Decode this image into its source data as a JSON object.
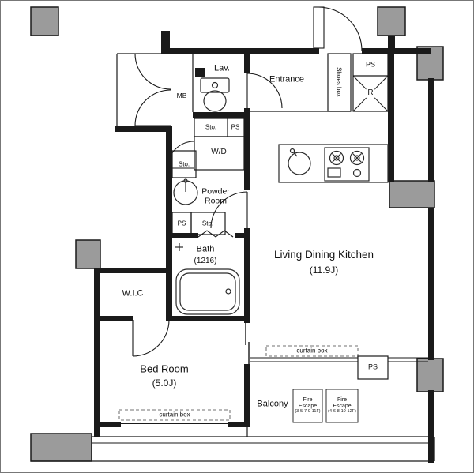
{
  "plan": {
    "colors": {
      "wall": "#1a1a1a",
      "column": "#9b9b9b",
      "background": "#ffffff"
    },
    "rooms": {
      "mb": {
        "label": "MB"
      },
      "lav": {
        "label": "Lav."
      },
      "entrance": {
        "label": "Entrance"
      },
      "shoes_box": {
        "label": "Shoes box"
      },
      "ps_top": {
        "label": "PS"
      },
      "refrigerator": {
        "label": "R"
      },
      "sto_upper": {
        "label": "Sto."
      },
      "ps_mid": {
        "label": "PS"
      },
      "washer_dryer": {
        "label": "W/D"
      },
      "sto_left": {
        "label": "Sto."
      },
      "powder_room": {
        "label": "Powder Room"
      },
      "ps_lower": {
        "label": "PS"
      },
      "sto_lower": {
        "label": "Sto."
      },
      "bath": {
        "label": "Bath",
        "size": "(1216)"
      },
      "wic": {
        "label": "W.I.C"
      },
      "ldk": {
        "label": "Living Dining Kitchen",
        "size": "(11.9J)"
      },
      "bedroom": {
        "label": "Bed Room",
        "size": "(5.0J)"
      },
      "balcony": {
        "label": "Balcony"
      },
      "ps_balcony": {
        "label": "PS"
      }
    },
    "annotations": {
      "curtain_box_ldk": "curtain box",
      "curtain_box_bedroom": "curtain box",
      "fire_escapes": [
        {
          "label": "Fire Escape",
          "floors": "(3·5·7·9·11F)"
        },
        {
          "label": "Fire Escape",
          "floors": "(4·6·8·10·12F)"
        }
      ]
    }
  }
}
